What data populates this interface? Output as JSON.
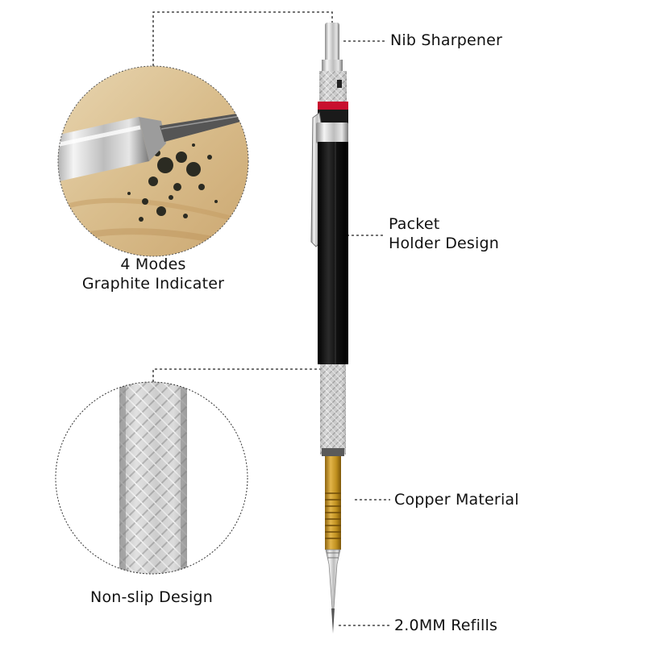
{
  "labels": {
    "nib_sharpener": "Nib Sharpener",
    "packet_holder_line1": "Packet",
    "packet_holder_line2": "Holder Design",
    "modes_line1": "4 Modes",
    "modes_line2": "Graphite Indicater",
    "copper_material": "Copper Material",
    "non_slip_design": "Non-slip Design",
    "refills": "2.0MM Refills"
  },
  "colors": {
    "pencil_body": "#161616",
    "red_ring": "#c8102e",
    "copper": "#c8951f",
    "silver": "#c9c9c9",
    "leader_line": "#222222"
  }
}
